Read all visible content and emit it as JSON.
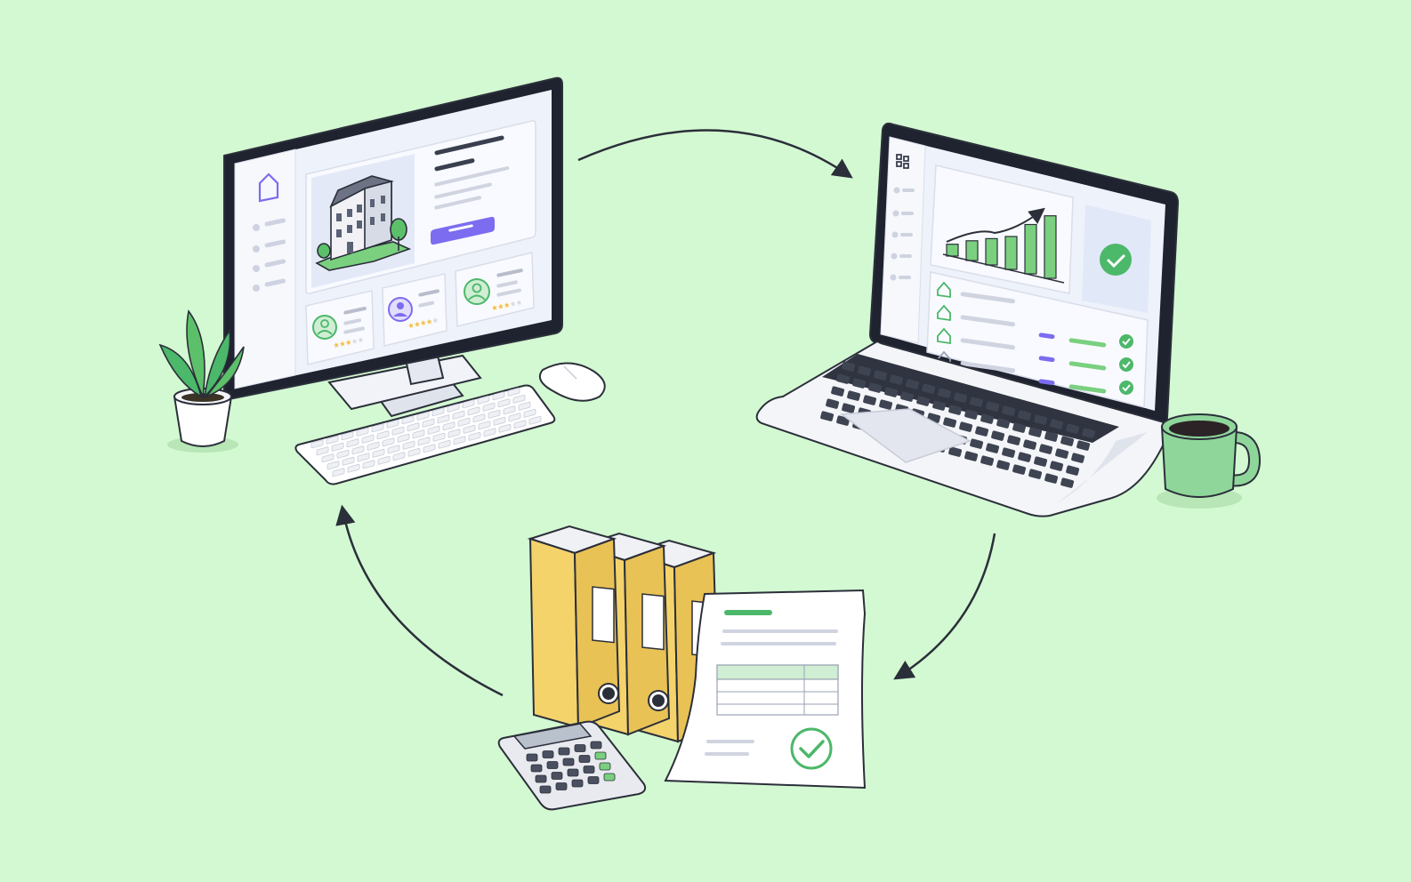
{
  "colors": {
    "background": "#d3f9d2",
    "outline": "#2b2f3a",
    "accent_purple": "#7b6cf0",
    "accent_green": "#4cb86a",
    "folder_yellow": "#f4d36b",
    "screen_bg": "#eef2fb",
    "card_bg": "#f7f8fc",
    "coffee_mug": "#8fd69a"
  },
  "icons": [
    "house-icon",
    "building-icon",
    "user-avatar-icon",
    "star-rating-icon",
    "grid-menu-icon",
    "bar-chart-icon",
    "trend-arrow-icon",
    "check-circle-icon",
    "plant-icon",
    "mouse-icon",
    "keyboard-icon",
    "coffee-mug-icon",
    "binder-icon",
    "calculator-icon",
    "invoice-document-icon",
    "cycle-arrow-icon"
  ],
  "listing_reviews": [
    {
      "rating_stars": 3,
      "rating_max": 5
    },
    {
      "rating_stars": 4,
      "rating_max": 5
    },
    {
      "rating_stars": 3,
      "rating_max": 5
    }
  ],
  "dashboard": {
    "chart_bar_levels": [
      0.18,
      0.3,
      0.4,
      0.5,
      0.75,
      0.95
    ],
    "rows_checked": [
      false,
      true,
      true,
      true
    ]
  },
  "binders_count": 3,
  "invoice_approved": true
}
